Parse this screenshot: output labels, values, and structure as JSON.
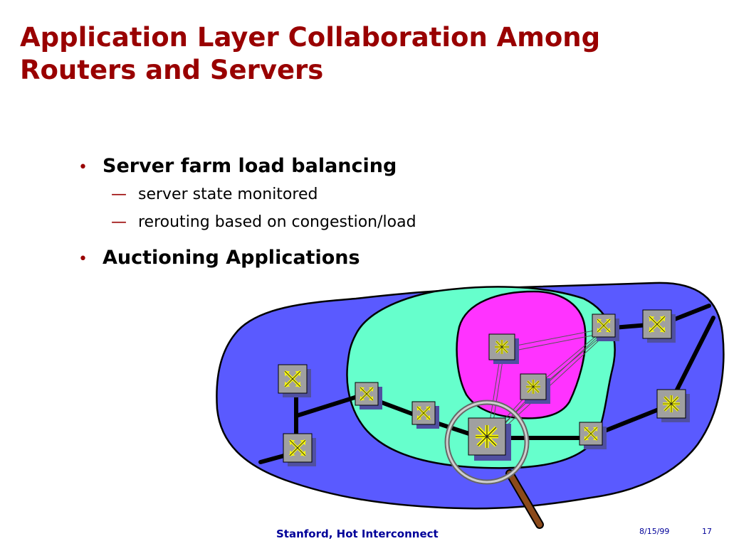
{
  "slide": {
    "title_line1": "Application Layer Collaboration Among",
    "title_line2": "Routers and Servers"
  },
  "bullets": [
    {
      "text": "Server farm load balancing",
      "subs": [
        "server state monitored",
        "rerouting based on congestion/load"
      ]
    },
    {
      "text": "Auctioning Applications",
      "subs": []
    }
  ],
  "bullet_glyph": "•",
  "dash_glyph": "—",
  "footer": {
    "center": "Stanford, Hot Interconnect",
    "date": "8/15/99",
    "page": "17"
  },
  "colors": {
    "title": "#990000",
    "outer_region": "#5a5aff",
    "middle_region": "#66ffcc",
    "inner_region": "#ff33ff",
    "node": "#a0a0a0",
    "node_shadow": "#5050a0",
    "symbol": "#ffff00",
    "footer": "#000099"
  },
  "diagram": {
    "routers": 7,
    "servers": 4,
    "icons": [
      "router-icon",
      "server-icon",
      "magnifier-icon"
    ]
  }
}
